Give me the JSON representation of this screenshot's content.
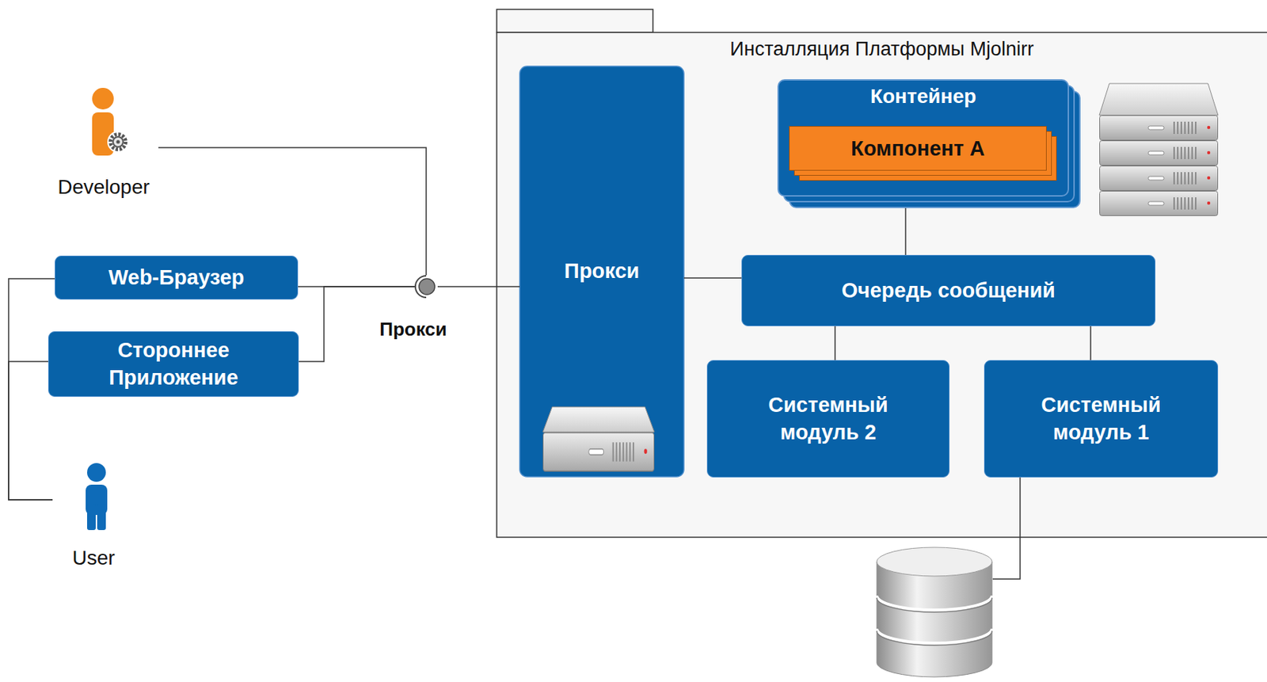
{
  "diagram": {
    "nodes": [
      {
        "text": [
          "Developer"
        ]
      },
      {
        "text": [
          "Web-Браузер"
        ]
      },
      {
        "text": [
          "Стороннее Приложение"
        ]
      },
      {
        "text": [
          "User"
        ]
      },
      {
        "text": [
          "Прокси"
        ]
      },
      {
        "text": [
          "Инсталляция Платформы Mjolnirr"
        ]
      },
      {
        "text": [
          "Прокси"
        ],
        "in": 5
      },
      {
        "text": [
          "Контейнер"
        ],
        "in": 5
      },
      {
        "text": [
          "Компонент А"
        ],
        "in": 7
      },
      {
        "text": [
          "Очередь сообщений"
        ],
        "in": 5
      },
      {
        "text": [
          "Системный модуль 2"
        ],
        "in": 5
      },
      {
        "text": [
          "Системный модуль 1"
        ],
        "in": 5
      }
    ],
    "edges": [
      {
        "from": 0,
        "to": 4,
        "arrow": "none"
      },
      {
        "from": 1,
        "to": 4,
        "arrow": "none"
      },
      {
        "from": 2,
        "to": 4,
        "arrow": "none"
      },
      {
        "from": 4,
        "to": 6,
        "arrow": "none"
      },
      {
        "from": 3,
        "to": 1,
        "arrow": "none"
      },
      {
        "from": 3,
        "to": 2,
        "arrow": "none"
      },
      {
        "from": 6,
        "to": 9,
        "arrow": "none"
      },
      {
        "from": 7,
        "to": 9,
        "arrow": "none"
      },
      {
        "from": 9,
        "to": 10,
        "arrow": "none"
      },
      {
        "from": 9,
        "to": 11,
        "arrow": "none"
      }
    ]
  }
}
